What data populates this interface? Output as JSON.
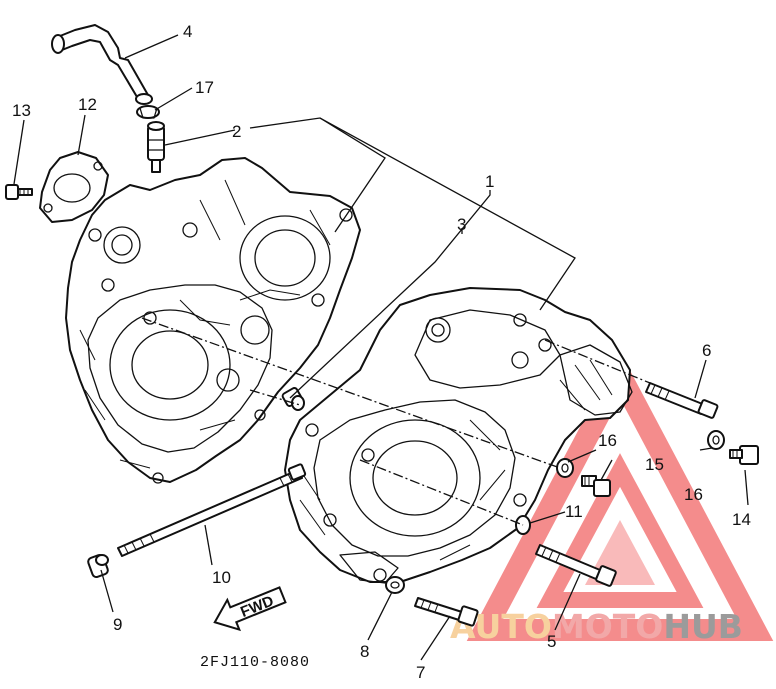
{
  "diagram": {
    "drawing_code": "2FJ110-8080",
    "fwd_marker": "FWD",
    "watermark": {
      "text_auto": "AUTO",
      "text_moto": "MOTO",
      "text_hub": "HUB",
      "color_auto": "#f6c98e",
      "color_moto": "#f09a9a",
      "color_hub": "#8a8a8a",
      "triangle_color": "#f37878"
    },
    "part_labels": {
      "p1": "1",
      "p2": "2",
      "p3": "3",
      "p4": "4",
      "p5": "5",
      "p6": "6",
      "p7": "7",
      "p8": "8",
      "p9": "9",
      "p10": "10",
      "p11": "11",
      "p12": "12",
      "p13": "13",
      "p14": "14",
      "p15": "15",
      "p16a": "16",
      "p16b": "16",
      "p17": "17"
    }
  }
}
